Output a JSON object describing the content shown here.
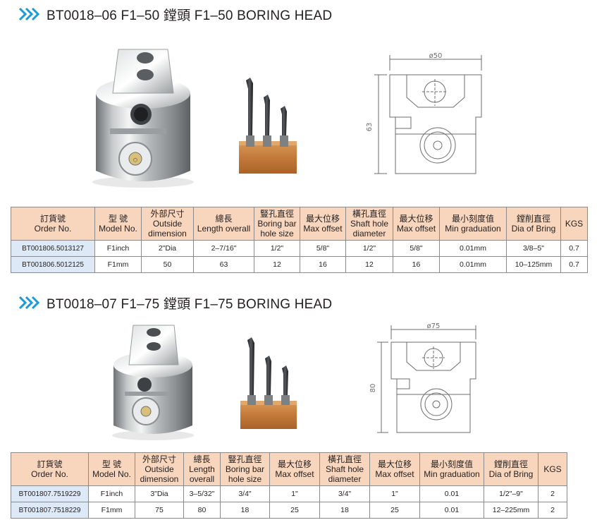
{
  "colors": {
    "accent_chevron": "#1a9ad6",
    "header_bg": "#f8d6bd",
    "order_cell_bg": "#dde9f6",
    "table_border": "#8a8a8a"
  },
  "icons": [
    "double-chevron-icon"
  ],
  "sections": [
    {
      "title": "BT0018–06  F1–50 鏜頭 F1–50 BORING HEAD",
      "drawing": {
        "diameter_label": "ø50",
        "height_label": "63"
      },
      "columns": [
        {
          "cn": "訂貨號",
          "en": "Order No."
        },
        {
          "cn": "型 號",
          "en": "Model No."
        },
        {
          "cn": "外部尺寸",
          "en": "Outside dimension"
        },
        {
          "cn": "總長",
          "en": "Length overall"
        },
        {
          "cn": "豎孔直徑",
          "en": "Boring bar hole size"
        },
        {
          "cn": "最大位移",
          "en": "Max offset"
        },
        {
          "cn": "橫孔直徑",
          "en": "Shaft hole diameter"
        },
        {
          "cn": "最大位移",
          "en": "Max offset"
        },
        {
          "cn": "最小刻度值",
          "en": "Min graduation"
        },
        {
          "cn": "鏜削直徑",
          "en": "Dia of Bring"
        },
        {
          "cn": "",
          "en": "KGS"
        }
      ],
      "rows": [
        [
          "BT001806.5013127",
          "F1inch",
          "2\"Dia",
          "2–7/16\"",
          "1/2\"",
          "5/8\"",
          "1/2\"",
          "5/8\"",
          "0.01mm",
          "3/8–5\"",
          "0.7"
        ],
        [
          "BT001806.5012125",
          "F1mm",
          "50",
          "63",
          "12",
          "16",
          "12",
          "16",
          "0.01mm",
          "10–125mm",
          "0.7"
        ]
      ]
    },
    {
      "title": "BT0018–07  F1–75 鏜頭 F1–75 BORING HEAD",
      "drawing": {
        "diameter_label": "ø75",
        "height_label": "80"
      },
      "columns": [
        {
          "cn": "訂貨號",
          "en": "Order No."
        },
        {
          "cn": "型 號",
          "en": "Model No."
        },
        {
          "cn": "外部尺寸",
          "en": "Outside dimension"
        },
        {
          "cn": "總長",
          "en": "Length overall"
        },
        {
          "cn": "豎孔直徑",
          "en": "Boring bar hole size"
        },
        {
          "cn": "最大位移",
          "en": "Max offset"
        },
        {
          "cn": "橫孔直徑",
          "en": "Shaft hole diameter"
        },
        {
          "cn": "最大位移",
          "en": "Max offset"
        },
        {
          "cn": "最小刻度值",
          "en": "Min graduation"
        },
        {
          "cn": "鏜削直徑",
          "en": "Dia of Bring"
        },
        {
          "cn": "",
          "en": "KGS"
        }
      ],
      "rows": [
        [
          "BT001807.7519229",
          "F1inch",
          "3\"Dia",
          "3–5/32\"",
          "3/4\"",
          "1\"",
          "3/4\"",
          "1\"",
          "0.01",
          "1/2\"–9\"",
          "2"
        ],
        [
          "BT001807.7518229",
          "F1mm",
          "75",
          "80",
          "18",
          "25",
          "18",
          "25",
          "0.01",
          "12–225mm",
          "2"
        ]
      ]
    }
  ]
}
